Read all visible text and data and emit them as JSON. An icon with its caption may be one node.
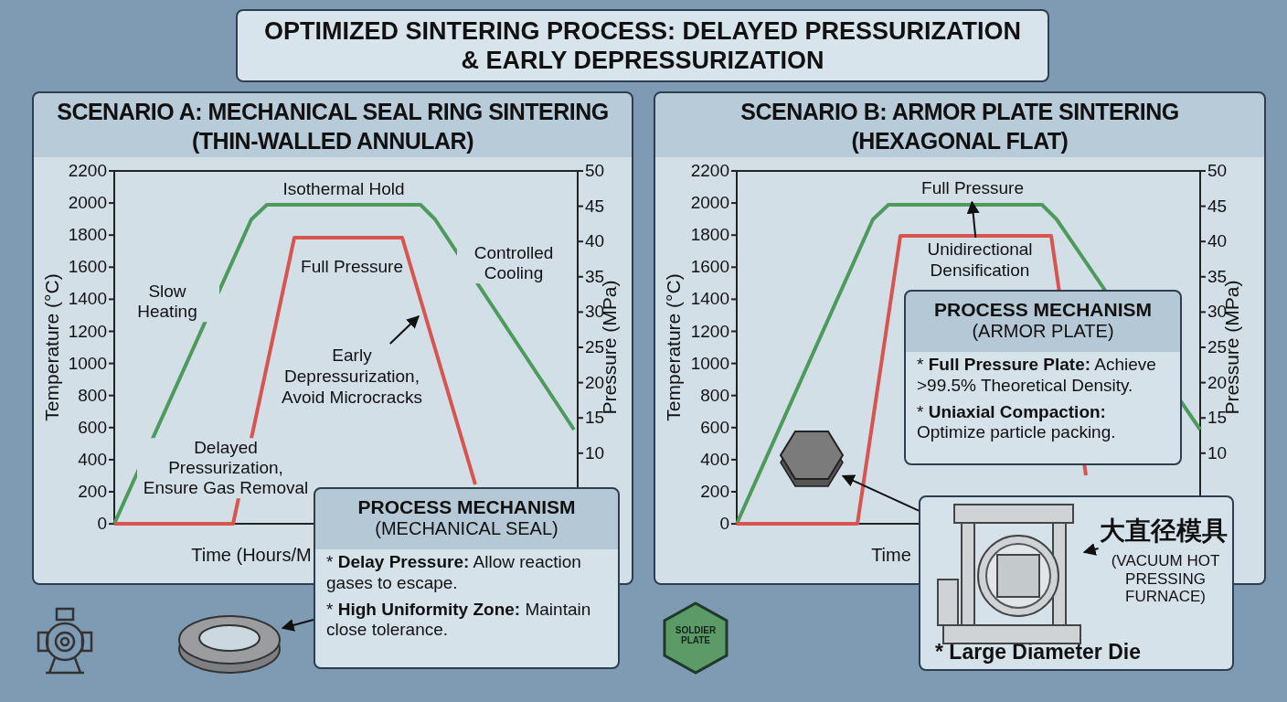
{
  "diagram": {
    "title": "OPTIMIZED SINTERING PROCESS: DELAYED PRESSURIZATION & EARLY DEPRESSURIZATION",
    "nodes": [
      {
        "text": [
          "SCENARIO A: MECHANICAL SEAL RING SINTERING",
          "(THIN-WALLED ANNULAR)"
        ]
      },
      {
        "text": [
          "SCENARIO B: ARMOR PLATE SINTERING",
          "(HEXAGONAL FLAT)"
        ]
      },
      {
        "text": [
          "PROCESS MECHANISM",
          "(MECHANICAL SEAL)",
          "* **Delay Pressure:** Allow reaction gases to escape.",
          "* **High Uniformity Zone:** Maintain close tolerance."
        ]
      },
      {
        "text": [],
        "shape": "picture"
      },
      {
        "text": [
          "PROCESS MECHANISM",
          "(ARMOR PLATE)",
          "* **Full Pressure Plate:** Achieve >99.5% Theoretical Density.",
          "* **Uniaxial Compaction:** Optimize particle packing."
        ],
        "in": 1
      },
      {
        "text": [
          "(VACUUM HOT PRESSING FURNACE)",
          "* Large Diameter Die"
        ]
      },
      {
        "text": [],
        "shape": "picture",
        "in": 5
      },
      {
        "text": [],
        "shape": "picture",
        "in": 1
      },
      {
        "text": [
          "Early Depressurization, Avoid Microcracks"
        ],
        "in": 0
      },
      {
        "text": [
          "Unidirectional Densification"
        ],
        "in": 1
      },
      {
        "text": [
          "Full Pressure"
        ],
        "in": 1
      },
      {
        "text": [
          "SOLDIER PLATE"
        ]
      },
      {
        "text": [
          "大直径模具"
        ]
      }
    ],
    "edges": [
      {
        "from": 2,
        "to": 3,
        "arrow": "to"
      },
      {
        "from": 5,
        "to": 7,
        "arrow": "to"
      },
      {
        "from": 12,
        "to": 6,
        "arrow": "to"
      },
      {
        "from": 8,
        "to": null,
        "arrow": "to"
      },
      {
        "from": 9,
        "to": 10,
        "arrow": "to"
      }
    ],
    "labels": [
      "Isothermal Hold",
      "Full Pressure",
      "Slow Heating",
      "Controlled Cooling",
      "Delayed Pressurization, Ensure Gas Removal",
      "Temperature (°C)",
      "Pressure (MPa)",
      "Time (Hours/M",
      "2200",
      "2000",
      "1800",
      "1600",
      "1400",
      "1200",
      "1000",
      "800",
      "600",
      "400",
      "200",
      "0",
      "50",
      "45",
      "40",
      "35",
      "30",
      "25",
      "20",
      "15",
      "10",
      "Temperature (°C)",
      "Pressure (MPa)",
      "Time",
      "2200",
      "2000",
      "1800",
      "1600",
      "1400",
      "1200",
      "1000",
      "800",
      "600",
      "400",
      "200",
      "0",
      "50",
      "45",
      "40",
      "35",
      "30",
      "25",
      "20",
      "15",
      "10"
    ]
  }
}
